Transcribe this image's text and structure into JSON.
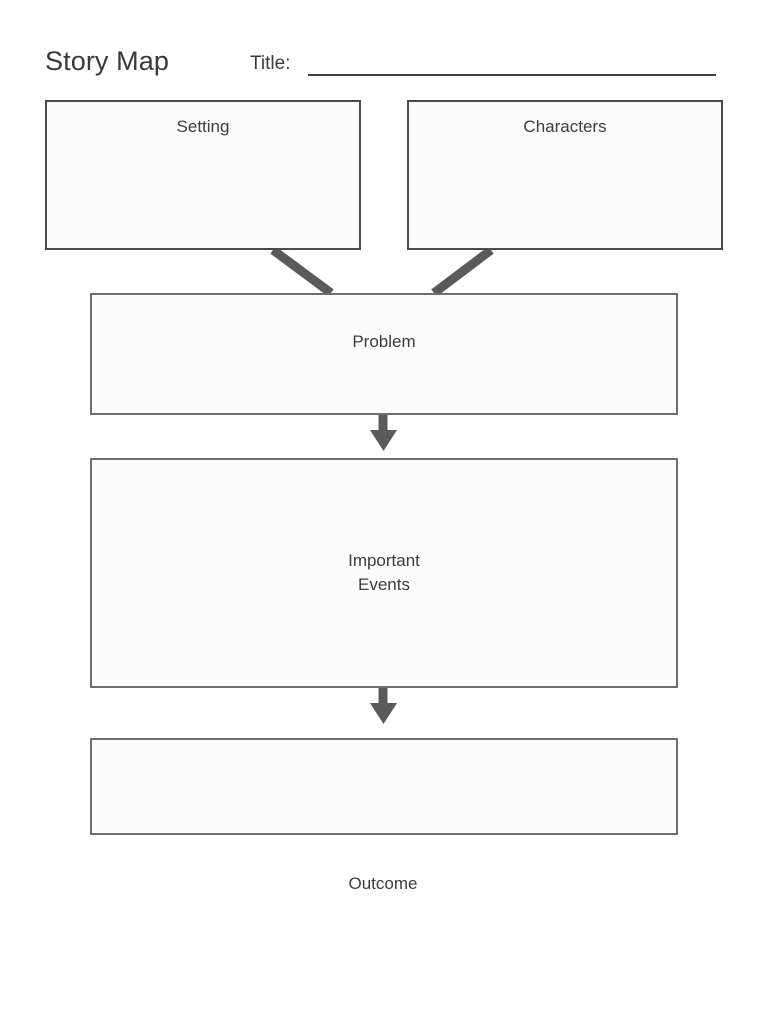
{
  "header": {
    "page_title": "Story Map",
    "title_label": "Title:",
    "title_value": "",
    "title_placeholder": ""
  },
  "diagram": {
    "type": "flowchart",
    "orientation": "top-to-bottom",
    "boxes": [
      {
        "id": "setting",
        "label": "Setting",
        "label_position": "top",
        "content": ""
      },
      {
        "id": "characters",
        "label": "Characters",
        "label_position": "top",
        "content": ""
      },
      {
        "id": "problem",
        "label": "Problem",
        "label_position": "center",
        "content": ""
      },
      {
        "id": "events",
        "label": "Important Events",
        "label_position": "center",
        "content": ""
      },
      {
        "id": "outcome",
        "label": "Outcome",
        "label_position": "below",
        "content": ""
      }
    ],
    "connectors": [
      {
        "from": "setting",
        "to": "problem",
        "style": "diagonal-line"
      },
      {
        "from": "characters",
        "to": "problem",
        "style": "diagonal-line"
      },
      {
        "from": "problem",
        "to": "events",
        "style": "arrow-down"
      },
      {
        "from": "events",
        "to": "outcome",
        "style": "arrow-down"
      }
    ]
  },
  "colors": {
    "page_background": "#ffffff",
    "box_fill": "#fcfcfc",
    "box_border_dark": "#4a4a4a",
    "box_border_gray": "#6e6e6e",
    "connector": "#5a5a5a",
    "text": "#3c3c3c"
  }
}
